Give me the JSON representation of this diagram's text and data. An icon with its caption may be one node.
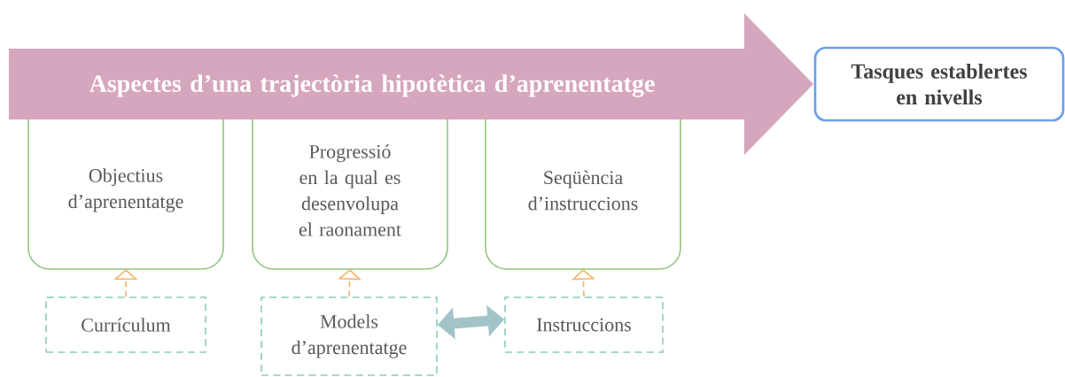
{
  "diagram": {
    "nodes": [
      {
        "text": [
          "Aspectes d’una trajectòria hipotètica d’aprenentatge"
        ]
      },
      {
        "text": [
          "Tasques establertes en nivells"
        ]
      },
      {
        "text": [
          "Objectius d’aprenentatge"
        ]
      },
      {
        "text": [
          "Progressió en la qual es desenvolupa el raonament"
        ]
      },
      {
        "text": [
          "Seqüència d’instruccions"
        ]
      },
      {
        "text": [
          "Currículum"
        ]
      },
      {
        "text": [
          "Models d’aprenentatge"
        ]
      },
      {
        "text": [
          "Instruccions"
        ]
      }
    ],
    "edges": [
      {
        "from": 5,
        "to": 2,
        "arrow": "to",
        "style": "dashed",
        "color": "#f6b26b"
      },
      {
        "from": 6,
        "to": 3,
        "arrow": "to",
        "style": "dashed",
        "color": "#f6b26b"
      },
      {
        "from": 7,
        "to": 4,
        "arrow": "to",
        "style": "dashed",
        "color": "#f6b26b"
      },
      {
        "from": 6,
        "to": 7,
        "arrow": "both",
        "style": "thick",
        "color": "#a2c4c9"
      }
    ]
  }
}
